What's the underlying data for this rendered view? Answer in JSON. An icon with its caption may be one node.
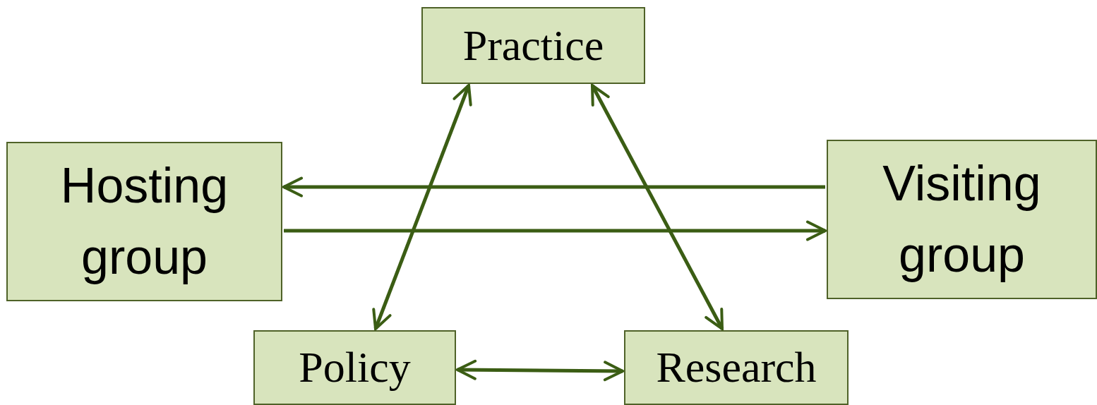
{
  "diagram": {
    "nodes": [
      {
        "text": [
          "Practice"
        ]
      },
      {
        "text": [
          "Hosting group"
        ]
      },
      {
        "text": [
          "Visiting group"
        ]
      },
      {
        "text": [
          "Policy"
        ]
      },
      {
        "text": [
          "Research"
        ]
      }
    ],
    "edges": [
      {
        "from": 0,
        "to": 3,
        "arrow": "both"
      },
      {
        "from": 0,
        "to": 4,
        "arrow": "both"
      },
      {
        "from": 2,
        "to": 1,
        "arrow": "to"
      },
      {
        "from": 1,
        "to": 2,
        "arrow": "to"
      },
      {
        "from": 3,
        "to": 4,
        "arrow": "both"
      }
    ]
  }
}
